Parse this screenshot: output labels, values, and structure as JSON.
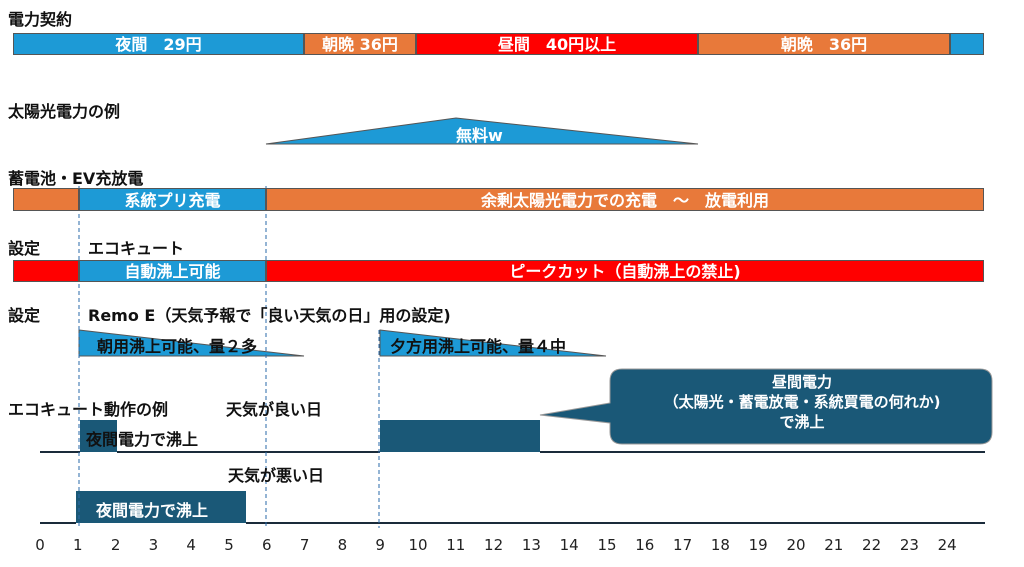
{
  "sections": {
    "contract": "電力契約",
    "solar": "太陽光電力の例",
    "battery": "蓄電池・EV充放電",
    "setting1": "設定",
    "ecocute": "エコキュート",
    "setting2": "設定",
    "remo": "Remo E（天気予報で「良い天気の日」用の設定)",
    "example": "エコキュート動作の例",
    "good_day": "天気が良い日",
    "bad_day": "天気が悪い日"
  },
  "contract": {
    "night": "夜間　29円",
    "morning": "朝晩 36円",
    "day": "昼間　40円以上",
    "evening": "朝晩　36円"
  },
  "solar": {
    "label": "無料w"
  },
  "battery": {
    "pre_charge": "系統プリ充電",
    "surplus": "余剰太陽光電力での充電　～　放電利用"
  },
  "ecocute": {
    "auto_ok": "自動沸上可能",
    "peak_cut": "ピークカット（自動沸上の禁止)"
  },
  "remo": {
    "morning": "朝用沸上可能、量２多",
    "evening": "夕方用沸上可能、量４中"
  },
  "operation": {
    "good_night": "夜間電力で沸上",
    "bad_night": "夜間電力で沸上"
  },
  "callout": {
    "line1": "昼間電力",
    "line2": "（太陽光・蓄電放電・系統買電の何れか)",
    "line3": "で沸上"
  },
  "colors": {
    "blue": "#1d9ad6",
    "orange": "#e8793a",
    "red": "#ff0000",
    "teal": "#1a5877"
  },
  "axis": {
    "ticks": [
      "0",
      "1",
      "2",
      "3",
      "4",
      "5",
      "6",
      "7",
      "8",
      "9",
      "10",
      "11",
      "12",
      "13",
      "14",
      "15",
      "16",
      "17",
      "18",
      "19",
      "20",
      "21",
      "22",
      "23",
      "24"
    ]
  }
}
